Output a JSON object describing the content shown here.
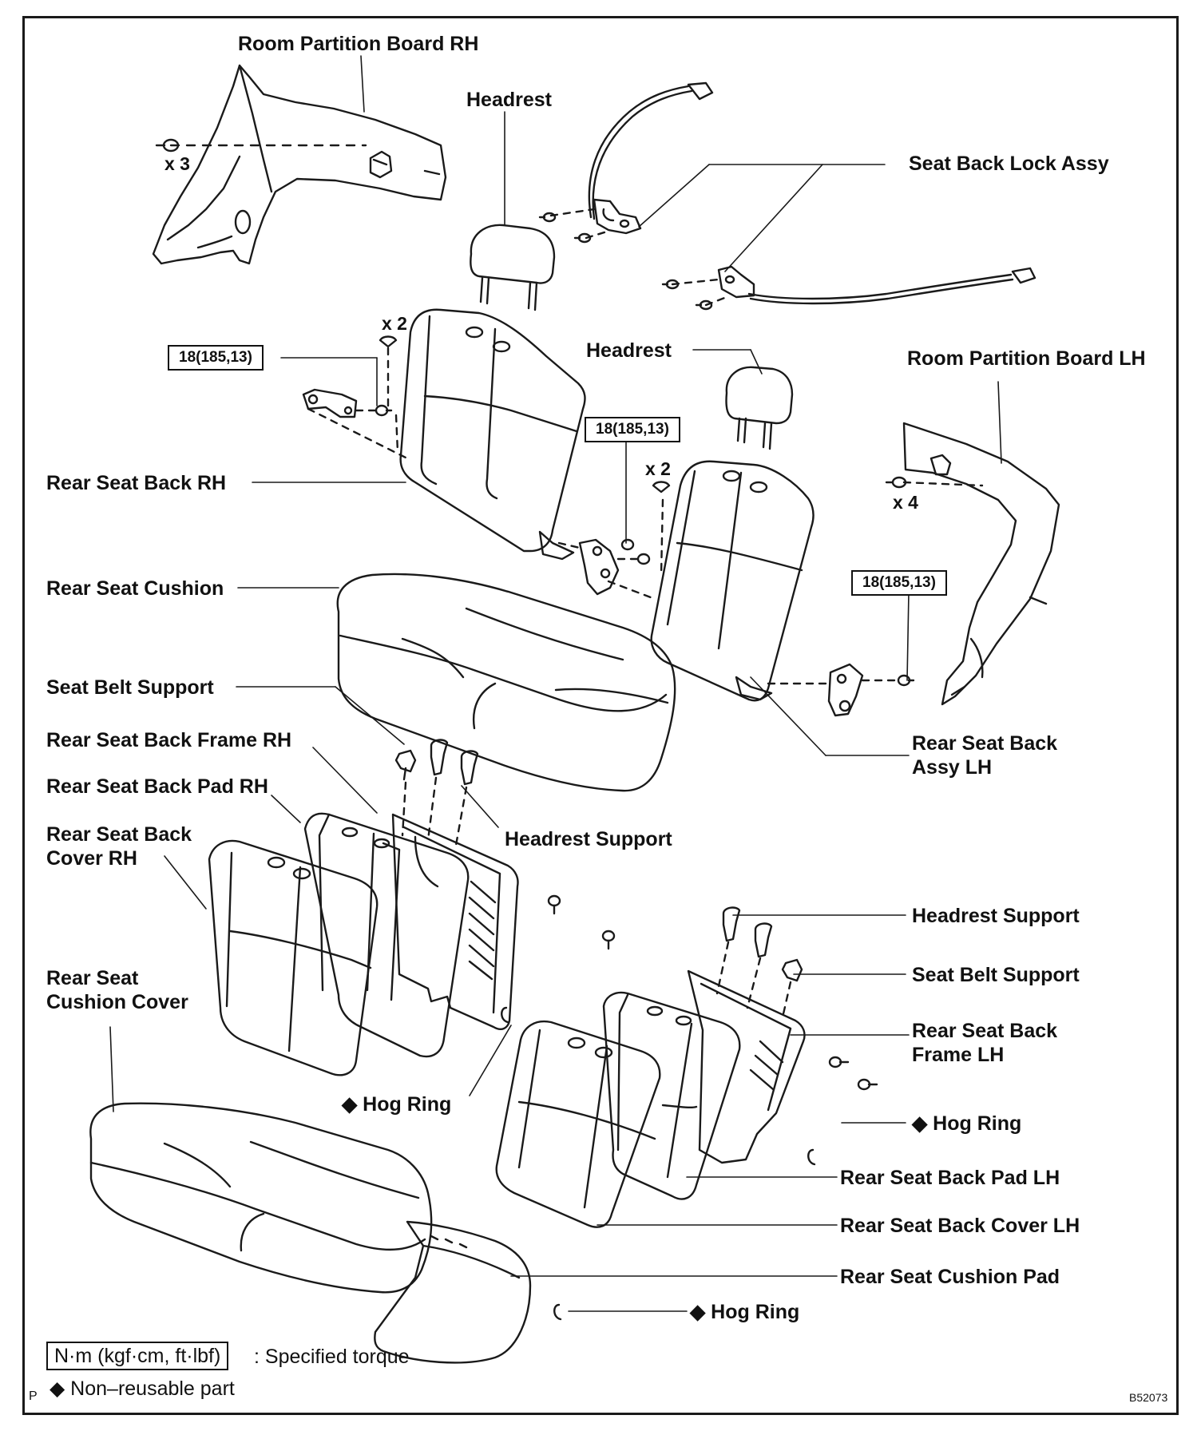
{
  "labels": {
    "room_partition_board_rh": "Room Partition Board RH",
    "headrest_top": "Headrest",
    "seat_back_lock_assy": "Seat Back Lock Assy",
    "headrest_mid": "Headrest",
    "room_partition_board_lh": "Room Partition Board LH",
    "rear_seat_back_rh": "Rear Seat Back RH",
    "rear_seat_cushion": "Rear Seat Cushion",
    "seat_belt_support_top": "Seat Belt Support",
    "rear_seat_back_frame_rh": "Rear Seat Back Frame RH",
    "rear_seat_back_pad_rh": "Rear Seat Back Pad RH",
    "rear_seat_back_cover_rh": "Rear Seat Back Cover RH",
    "headrest_support_top": "Headrest Support",
    "rear_seat_back_assy_lh": "Rear Seat Back Assy LH",
    "headrest_support_right": "Headrest Support",
    "seat_belt_support_right": "Seat Belt Support",
    "rear_seat_back_frame_lh": "Rear Seat Back Frame LH",
    "rear_seat_cushion_cover": "Rear Seat Cushion Cover",
    "hog_ring_left": "◆ Hog Ring",
    "hog_ring_right": "◆ Hog Ring",
    "rear_seat_back_pad_lh": "Rear Seat Back Pad LH",
    "rear_seat_back_cover_lh": "Rear Seat Back Cover LH",
    "rear_seat_cushion_pad": "Rear Seat Cushion Pad",
    "hog_ring_bottom": "◆ Hog Ring"
  },
  "quantities": {
    "x3": "x 3",
    "x2_left": "x 2",
    "x2_mid": "x 2",
    "x4": "x 4"
  },
  "torque": {
    "t1": "18(185,13)",
    "t2": "18(185,13)",
    "t3": "18(185,13)"
  },
  "legend": {
    "torque_unit": "N·m (kgf·cm, ft·lbf)",
    "torque_desc": ": Specified torque",
    "non_reusable": "◆ Non–reusable part"
  },
  "corner": {
    "left_mark": "P",
    "figure_id": "B52073"
  }
}
